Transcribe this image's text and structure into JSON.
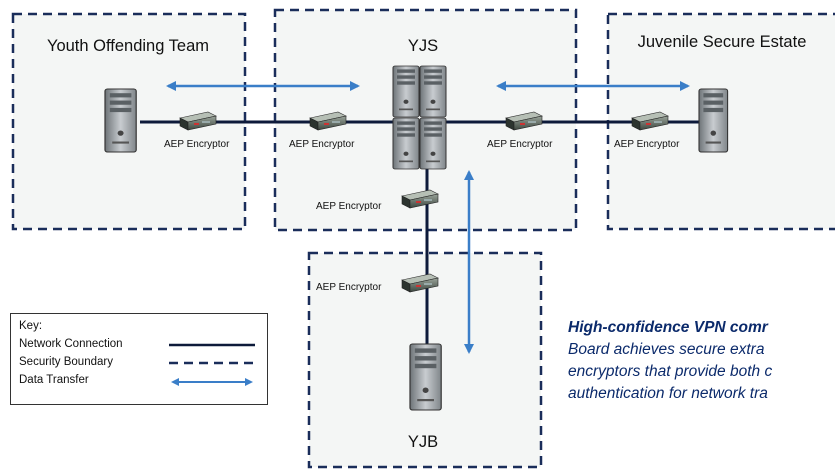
{
  "boundaries": {
    "yot": "Youth Offending Team",
    "yjs": "YJS",
    "jse": "Juvenile Secure Estate",
    "yjb": "YJB"
  },
  "encryptors": {
    "e1": "AEP Encryptor",
    "e2": "AEP Encryptor",
    "e3": "AEP Encryptor",
    "e4": "AEP Encryptor",
    "e5": "AEP Encryptor",
    "e6": "AEP Encryptor"
  },
  "legend": {
    "title": "Key:",
    "network": "Network Connection",
    "security": "Security Boundary",
    "transfer": "Data Transfer"
  },
  "caption": {
    "title": "High-confidence VPN comr",
    "line1": "Board achieves secure extra",
    "line2": "encryptors that provide both c",
    "line3": "authentication for network tra"
  },
  "colors": {
    "boundary": "#1a2d5a",
    "network": "#0d1a3a",
    "transfer": "#3a7ec8",
    "caption": "#0b2a6b"
  }
}
